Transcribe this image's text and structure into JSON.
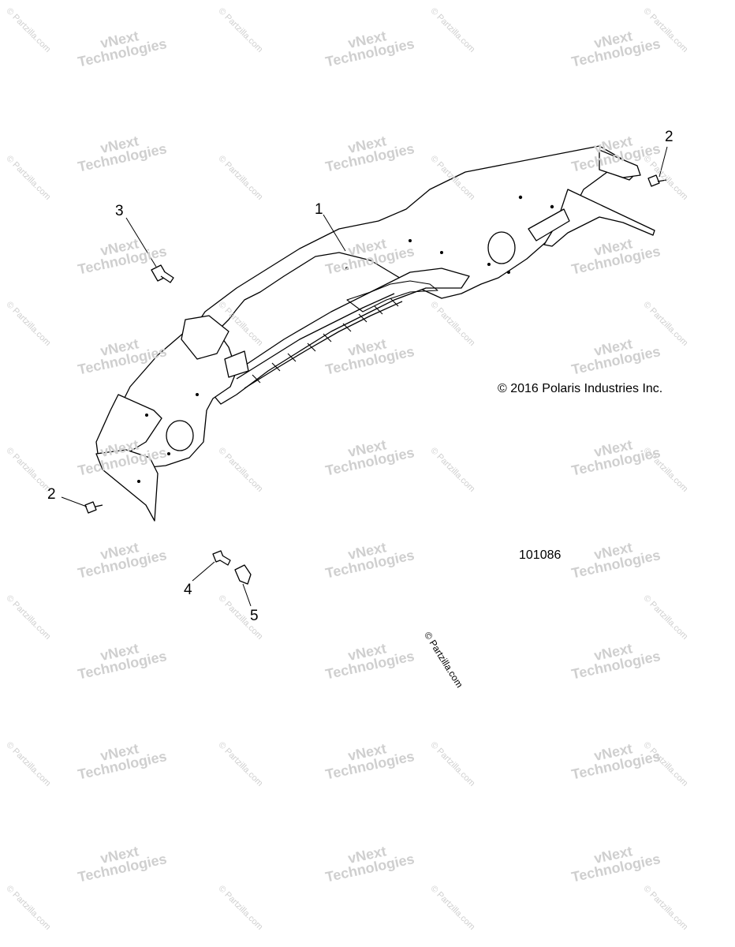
{
  "callouts": [
    "1",
    "2",
    "2",
    "3",
    "4",
    "5"
  ],
  "copyright": "© 2016 Polaris Industries Inc.",
  "diagram_id": "101086",
  "vertical_credit": "© Partzilla.com",
  "watermark_vnext": "vNext Technologies",
  "watermark_partzilla": "© Partzilla.com"
}
